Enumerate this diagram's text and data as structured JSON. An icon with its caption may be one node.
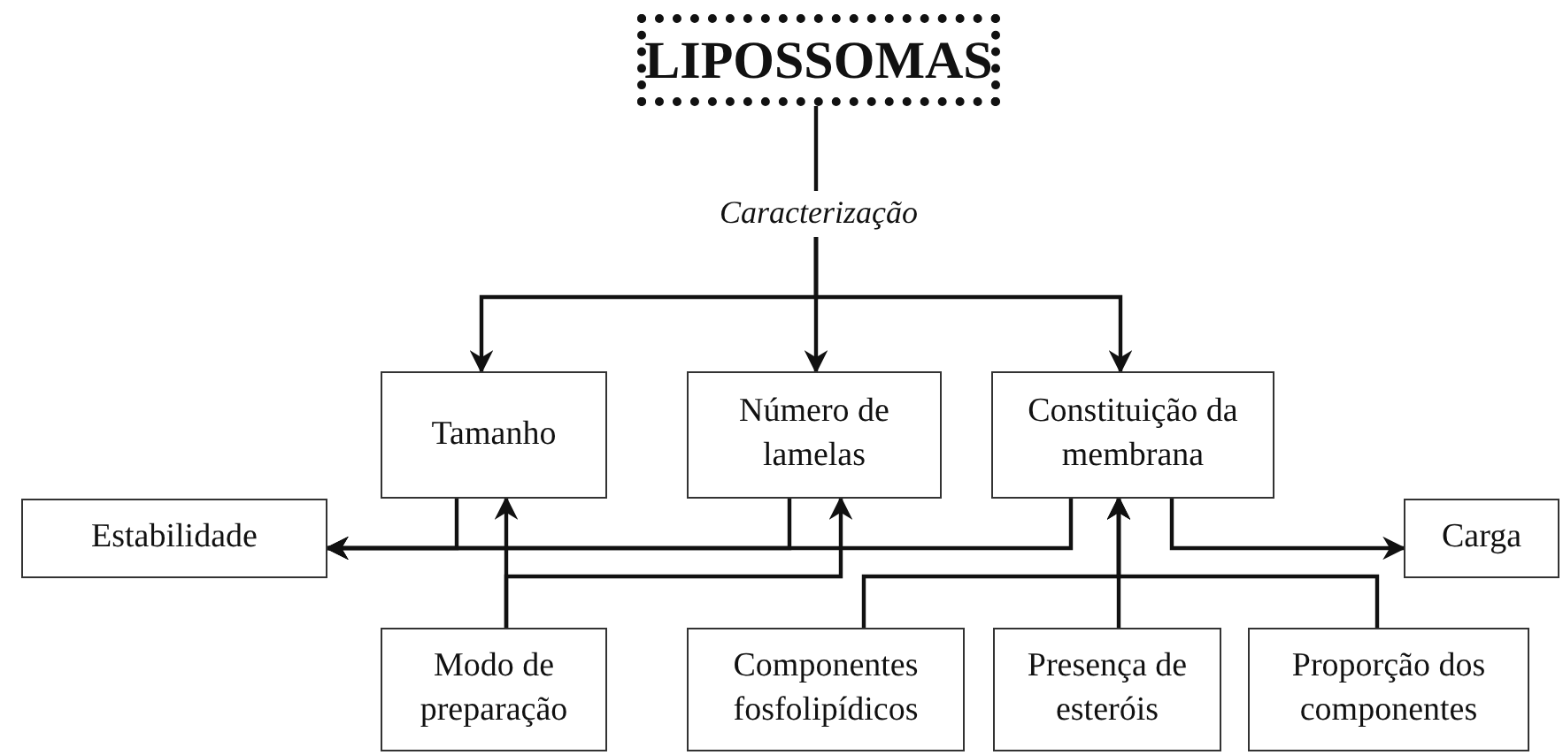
{
  "diagram": {
    "nodes": [
      {
        "text": [
          "LIPOSSOMAS"
        ]
      },
      {
        "text": [
          "Caracterização"
        ]
      },
      {
        "text": [
          "Tamanho"
        ]
      },
      {
        "text": [
          "Número de lamelas"
        ]
      },
      {
        "text": [
          "Constituição da membrana"
        ]
      },
      {
        "text": [
          "Estabilidade"
        ]
      },
      {
        "text": [
          "Carga"
        ]
      },
      {
        "text": [
          "Modo de preparação"
        ]
      },
      {
        "text": [
          "Componentes fosfolipídicos"
        ]
      },
      {
        "text": [
          "Presença de esteróis"
        ]
      },
      {
        "text": [
          "Proporção dos componentes"
        ]
      }
    ],
    "edges": [
      {
        "from": 0,
        "to": 1,
        "arrow": "none"
      },
      {
        "from": 1,
        "to": 2,
        "arrow": "to"
      },
      {
        "from": 1,
        "to": 3,
        "arrow": "to"
      },
      {
        "from": 1,
        "to": 4,
        "arrow": "to"
      },
      {
        "from": 2,
        "to": 5,
        "arrow": "to"
      },
      {
        "from": 3,
        "to": 5,
        "arrow": "to"
      },
      {
        "from": 4,
        "to": 5,
        "arrow": "to"
      },
      {
        "from": 4,
        "to": 6,
        "arrow": "to"
      },
      {
        "from": 7,
        "to": 2,
        "arrow": "to"
      },
      {
        "from": 7,
        "to": 3,
        "arrow": "to"
      },
      {
        "from": 8,
        "to": 4,
        "arrow": "to"
      },
      {
        "from": 9,
        "to": 4,
        "arrow": "to"
      },
      {
        "from": 10,
        "to": 4,
        "arrow": "to"
      }
    ]
  }
}
